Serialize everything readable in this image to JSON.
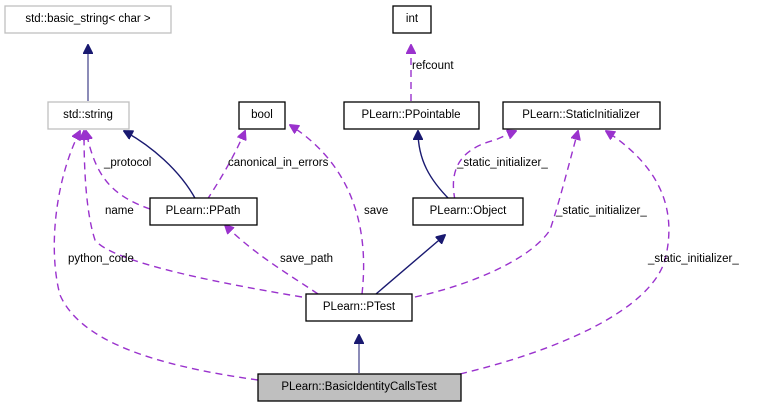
{
  "diagram": {
    "type": "collaboration-graph",
    "focus_node": "PLearn::BasicIdentityCallsTest",
    "colors": {
      "inheritance_edge": "#191970",
      "usage_edge": "#9a32cd",
      "focus_fill": "#bfbfbf",
      "external_border": "#bfbfbf"
    },
    "nodes": {
      "basic_string": "std::basic_string< char >",
      "string": "std::string",
      "int": "int",
      "bool": "bool",
      "ppointable": "PLearn::PPointable",
      "static_initializer": "PLearn::StaticInitializer",
      "ppath": "PLearn::PPath",
      "object": "PLearn::Object",
      "ptest": "PLearn::PTest",
      "basic_identity_calls_test": "PLearn::BasicIdentityCallsTest"
    },
    "edges": [
      {
        "from": "string",
        "to": "basic_string",
        "kind": "inheritance",
        "label": ""
      },
      {
        "from": "ppointable",
        "to": "int",
        "kind": "usage",
        "label": "refcount"
      },
      {
        "from": "ppath",
        "to": "string",
        "kind": "inheritance",
        "label": ""
      },
      {
        "from": "ppath",
        "to": "string",
        "kind": "usage",
        "label": "_protocol"
      },
      {
        "from": "ppath",
        "to": "bool",
        "kind": "usage",
        "label": "canonical_in_errors"
      },
      {
        "from": "object",
        "to": "ppointable",
        "kind": "inheritance",
        "label": ""
      },
      {
        "from": "object",
        "to": "static_initializer",
        "kind": "usage",
        "label": "_static_initializer_"
      },
      {
        "from": "ptest",
        "to": "string",
        "kind": "usage",
        "label": "name"
      },
      {
        "from": "ptest",
        "to": "ppath",
        "kind": "usage",
        "label": "save_path"
      },
      {
        "from": "ptest",
        "to": "bool",
        "kind": "usage",
        "label": "save"
      },
      {
        "from": "ptest",
        "to": "object",
        "kind": "inheritance",
        "label": ""
      },
      {
        "from": "ptest",
        "to": "static_initializer",
        "kind": "usage",
        "label": "_static_initializer_"
      },
      {
        "from": "basic_identity_calls_test",
        "to": "ptest",
        "kind": "inheritance",
        "label": ""
      },
      {
        "from": "basic_identity_calls_test",
        "to": "string",
        "kind": "usage",
        "label": "python_code"
      },
      {
        "from": "basic_identity_calls_test",
        "to": "static_initializer",
        "kind": "usage",
        "label": "_static_initializer_"
      }
    ],
    "edge_labels": {
      "refcount": "refcount",
      "protocol": "_protocol",
      "canonical_in_errors": "canonical_in_errors",
      "name": "name",
      "save_path": "save_path",
      "save": "save",
      "object_static_initializer": "_static_initializer_",
      "ptest_static_initializer": "_static_initializer_",
      "bict_static_initializer": "_static_initializer_",
      "python_code": "python_code"
    }
  }
}
